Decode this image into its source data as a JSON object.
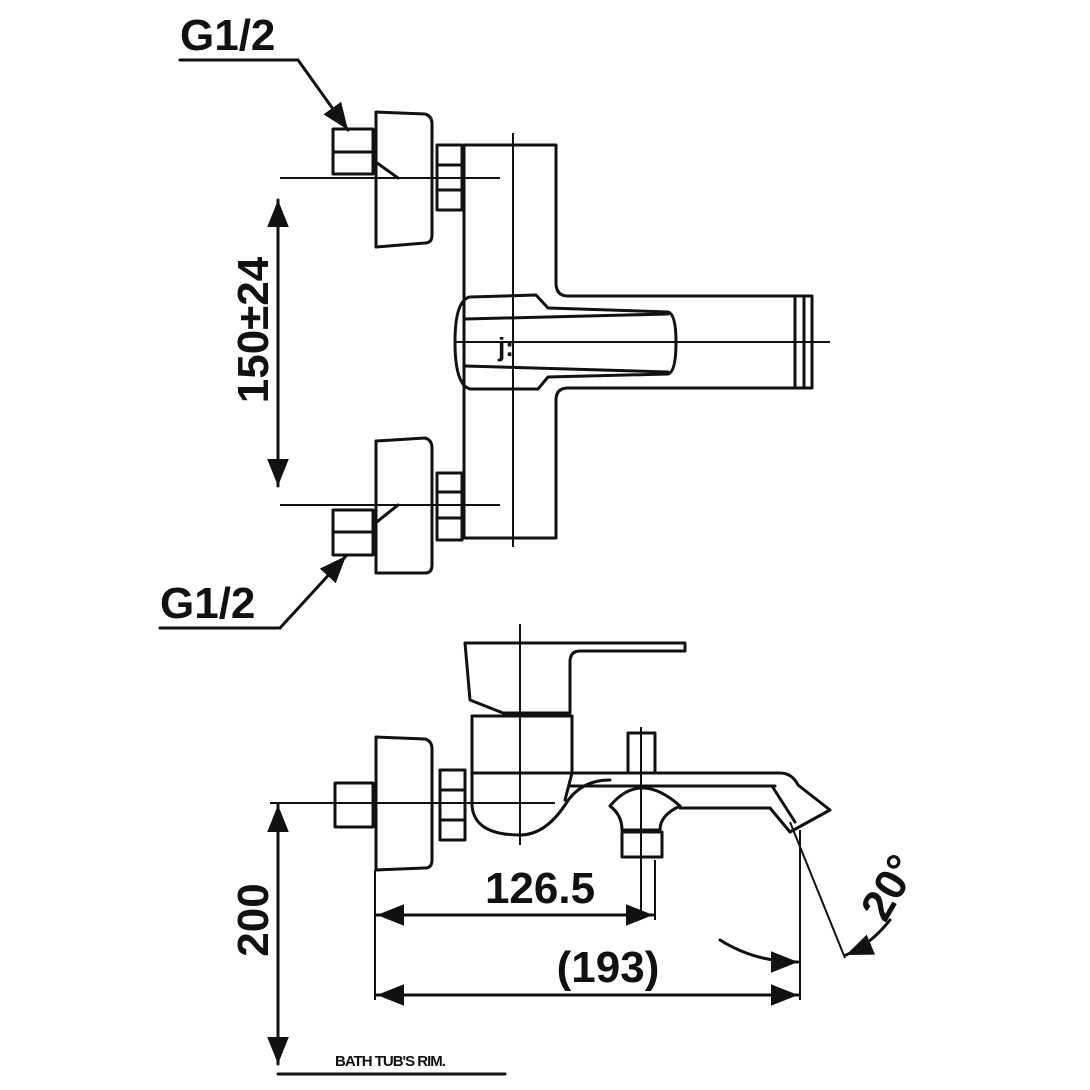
{
  "drawing": {
    "top_view": {
      "inlet_top_label": "G1/2",
      "inlet_bottom_label": "G1/2",
      "inlet_spacing_label": "150±24"
    },
    "side_view": {
      "spout_reach_label": "126.5",
      "overall_length_label": "(193)",
      "height_label": "200",
      "spout_angle_label": "20°",
      "rim_label": "BATH TUB'S RIM."
    },
    "colors": {
      "line": "#111111",
      "background": "#ffffff"
    }
  }
}
